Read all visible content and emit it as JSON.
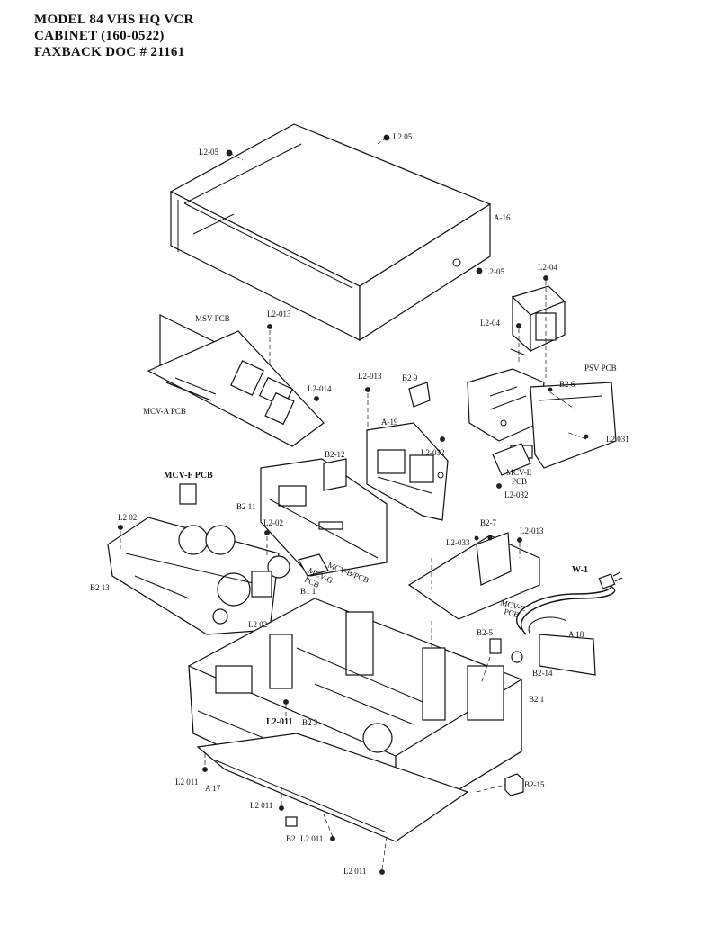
{
  "header": {
    "line1": "MODEL 84 VHS HQ VCR",
    "line2": "CABINET  (160-0522)",
    "line3": "FAXBACK DOC # 21161"
  },
  "labels": {
    "l2_05_a": "L2-05",
    "l2_05_b": "L2 05",
    "l2_05_c": "L2-05",
    "a16": "A-16",
    "l2_04_top": "L2-04",
    "l2_04_left": "L2-04",
    "msv_pcb": "MSV  PCB",
    "l2_013_a": "L2-013",
    "mcv_a_pcb": "MCV-A  PCB",
    "l2_014": "L2-014",
    "l2_013_b": "L2-013",
    "b2_9": "B2 9",
    "psv_pcb": "PSV  PCB",
    "b2_6": "B2 6",
    "a19": "A-19",
    "l2_032_a": "L2-032",
    "l2_031": "L2 031",
    "b2_12": "B2-12",
    "mcv_e_pcb": "MCV-E\nPCB",
    "mcv_e_pcb_l1": "MCV-E",
    "mcv_e_pcb_l2": "PCB",
    "l2_032_b": "L2-032",
    "mcv_f_pcb": "MCV-F  PCB",
    "b2_11": "B2 11",
    "l2_02_a": "L2 02",
    "l2_02_b": "L2-02",
    "mcv_b_pcb": "MCV-B/PCB",
    "b2_7": "B2-7",
    "l2_013_c": "L2-013",
    "l2_033": "L2-033",
    "mcv_g_pcb_l1": "MCV-G",
    "mcv_g_pcb_l2": "PCB",
    "w1": "W-1",
    "b2_13": "B2 13",
    "b1_1": "B1 1",
    "mcv_c_pcb_l1": "MCV-C",
    "mcv_c_pcb_l2": "PCB",
    "l2_02_c": "L2 02",
    "b2_5": "B2-5",
    "a18": "A 18",
    "b2_14": "B2-14",
    "b2_1": "B2 1",
    "l2_011_a": "L2-011",
    "b2_3": "B2 3",
    "l2_011_b": "L2 011",
    "a17": "A 17",
    "b2_15": "B2-15",
    "l2_011_c": "L2 011",
    "b2_2": "B2",
    "l2_011_d": "L2 011",
    "l2_011_e": "L2 011"
  }
}
